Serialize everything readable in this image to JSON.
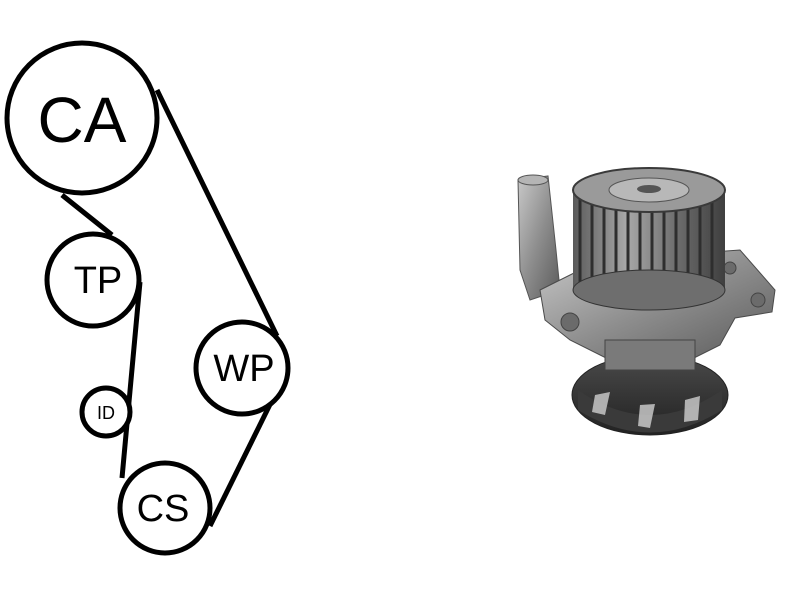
{
  "diagram": {
    "belt_color": "#000000",
    "pulleys": {
      "camshaft": "CA",
      "tensioner": "TP",
      "water_pump": "WP",
      "idler": "ID",
      "crankshaft": "CS"
    }
  },
  "product": {
    "icon": "water-pump-image",
    "body_color": "#8a8a8a"
  }
}
